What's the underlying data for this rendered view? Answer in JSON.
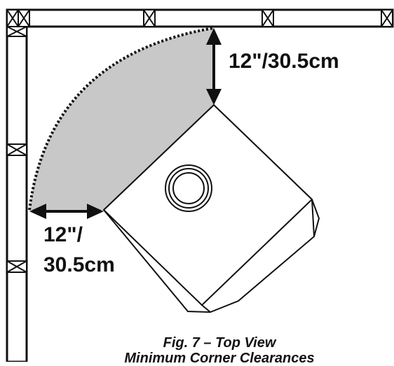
{
  "figure": {
    "top_dimension": "12\"/30.5cm",
    "side_dimension_line1": "12\"/",
    "side_dimension_line2": "30.5cm",
    "caption_line1": "Fig. 7 – Top View",
    "caption_line2": "Minimum Corner Clearances"
  },
  "colors": {
    "line": "#111111",
    "clearance_fill": "#c8c8c8",
    "background": "#ffffff"
  }
}
